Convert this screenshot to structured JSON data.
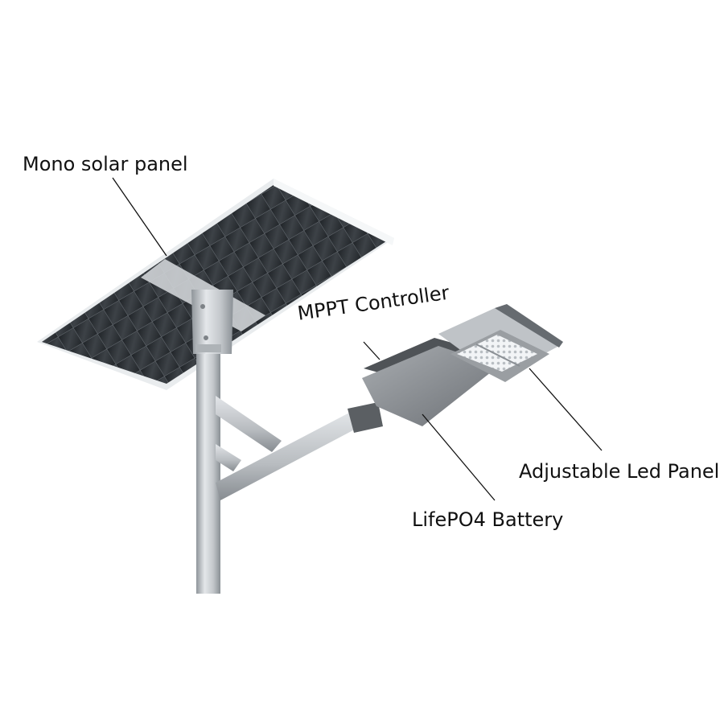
{
  "labels": {
    "solar_panel": "Mono solar panel",
    "controller": "MPPT Controller",
    "led_panel": "Adjustable Led Panel",
    "battery": "LifePO4 Battery"
  },
  "colors": {
    "pole": "#c9cdd0",
    "pole_shadow": "#9ea3a8",
    "panel_cell": "#2f3338",
    "panel_frame": "#dfe2e5",
    "lamp_body": "#8f9397",
    "lamp_dark": "#4d5155",
    "led": "#e8ebee",
    "callout_line": "#111111"
  }
}
